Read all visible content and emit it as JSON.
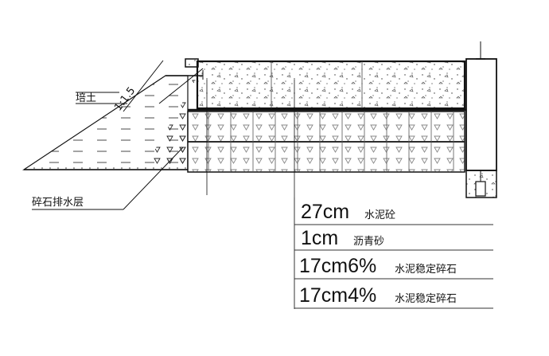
{
  "labels": {
    "fill_soil": "培土",
    "slope_ratio": "1:1.5",
    "gravel_drain": "碎石排水层"
  },
  "layers": [
    {
      "thickness": "27cm",
      "material": "水泥砼"
    },
    {
      "thickness": "1cm",
      "material": "沥青砂"
    },
    {
      "thickness": "17cm6%",
      "material": "水泥稳定碎石"
    },
    {
      "thickness": "17cm4%",
      "material": "水泥稳定碎石"
    }
  ]
}
